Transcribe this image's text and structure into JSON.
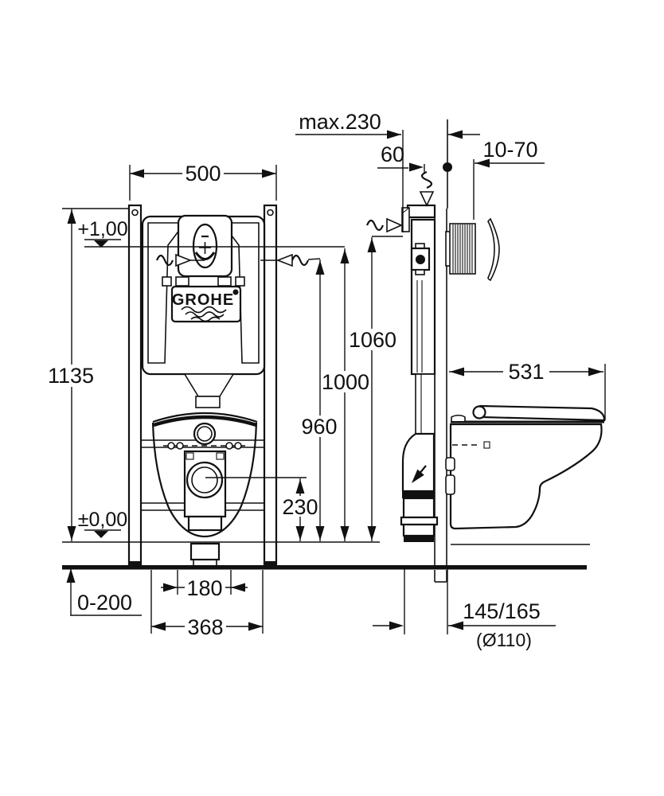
{
  "drawing": {
    "brand": "GROHE",
    "front_view": {
      "frame_width": "500",
      "frame_height": "1135",
      "meter_level": "+1,00",
      "zero_level": "±0,00",
      "foot_adjustment": "0-200",
      "bolt_spacing": "180",
      "base_width": "368",
      "flush_bend_height": "230",
      "side_inlet_height": "960",
      "plate_center_height": "1000",
      "top_inlet_height": "1060"
    },
    "side_view": {
      "max_installation_depth": "max.230",
      "inlet_offset": "60",
      "wall_finish_range": "10-70",
      "bowl_depth": "531",
      "outlet_wall_distance": "145/165",
      "outlet_diameter": "(Ø110)"
    }
  }
}
